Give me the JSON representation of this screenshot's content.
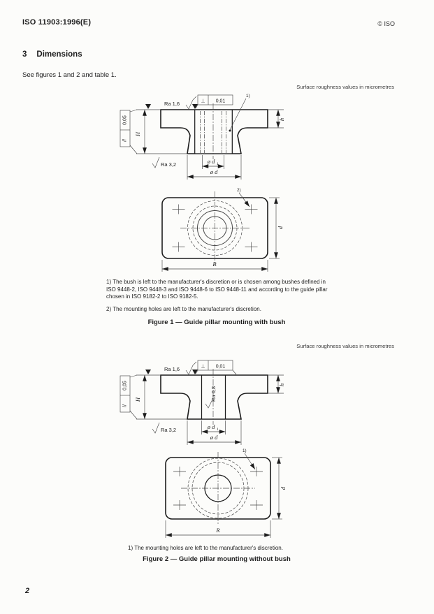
{
  "page": {
    "doc_ref": "ISO 11903:1996(E)",
    "copyright": "© ISO",
    "section_number": "3",
    "section_title": "Dimensions",
    "intro": "See figures 1 and 2 and table 1.",
    "page_number": "2"
  },
  "figure1": {
    "roughness_note": "Surface roughness values in micrometres",
    "caption": "Figure 1 — Guide pillar mounting with bush",
    "footnote_1": "1)  The bush is left to the manufacturer's discretion or is chosen among bushes defined in ISO 9448-2, ISO 9448-3 and ISO 9448-6 to ISO 9448-11 and according to the guide pillar chosen in ISO 9182-2 to ISO 9182-5.",
    "footnote_2": "2)  The mounting holes are left to the manufacturer's discretion.",
    "section": {
      "ra_top": "Ra 1,6",
      "ra_bottom": "Ra 3,2",
      "perp_symbol": "⊥",
      "perp_value": "0,01",
      "par_symbol": "//",
      "par_value": "0,05",
      "dim_H": "H",
      "dim_h": "h",
      "dim_d1": "ø d",
      "dim_d1_sub": "1",
      "dim_d": "ø d",
      "note_ref": "1)"
    },
    "plan": {
      "dim_width": "B",
      "dim_depth": "d",
      "note_ref": "2)"
    }
  },
  "figure2": {
    "roughness_note": "Surface roughness values in micrometres",
    "caption": "Figure 2 — Guide pillar mounting without bush",
    "footnote_1": "1)  The mounting holes are left to the manufacturer's discretion.",
    "section": {
      "ra_top": "Ra 1,6",
      "ra_bore": "Ra 0,8",
      "ra_bottom": "Ra 3,2",
      "perp_symbol": "⊥",
      "perp_value": "0,01",
      "par_symbol": "//",
      "par_value": "0,05",
      "dim_H": "H",
      "dim_h": "h",
      "dim_d1": "ø d",
      "dim_d1_sub": "1",
      "dim_d": "ø d"
    },
    "plan": {
      "dim_width": "R",
      "dim_depth": "d",
      "note_ref": "1)"
    }
  }
}
